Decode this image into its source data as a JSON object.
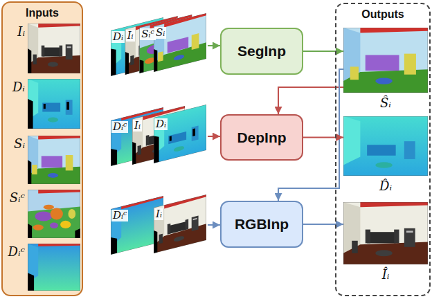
{
  "diagram": {
    "nodes": [
      {
        "text": [
          "Inputs"
        ]
      },
      {
        "text": [
          "Iᵢ"
        ],
        "in": 0
      },
      {
        "text": [
          "Dᵢ"
        ],
        "in": 0
      },
      {
        "text": [
          "Sᵢ"
        ],
        "in": 0
      },
      {
        "text": [
          "Sᵢᶜ"
        ],
        "in": 0
      },
      {
        "text": [
          "Dᵢᶜ"
        ],
        "in": 0
      },
      {
        "text": [
          "Dᵢ",
          "Iᵢ",
          "Sᵢᶜ",
          "Sᵢ"
        ]
      },
      {
        "text": [
          "SegInp"
        ]
      },
      {
        "text": [
          "Dᵢᶜ",
          "Iᵢ",
          "Dᵢ"
        ]
      },
      {
        "text": [
          "DepInp"
        ]
      },
      {
        "text": [
          "Dᵢᶜ",
          "Iᵢ"
        ]
      },
      {
        "text": [
          "RGBInp"
        ]
      },
      {
        "text": [
          "Outputs"
        ]
      },
      {
        "text": [
          "Ŝᵢ"
        ],
        "in": 12
      },
      {
        "text": [
          "D̂ᵢ"
        ],
        "in": 12
      },
      {
        "text": [
          "Îᵢ"
        ],
        "in": 12
      }
    ],
    "edges": [
      {
        "from": 6,
        "to": 7,
        "arrow": "to"
      },
      {
        "from": 8,
        "to": 9,
        "arrow": "to"
      },
      {
        "from": 10,
        "to": 11,
        "arrow": "to"
      },
      {
        "from": 7,
        "to": 13,
        "arrow": "to"
      },
      {
        "from": 13,
        "to": 9,
        "arrow": "to"
      },
      {
        "from": 13,
        "to": 11,
        "arrow": "to"
      },
      {
        "from": 9,
        "to": 14,
        "arrow": "to"
      },
      {
        "from": 11,
        "to": 15,
        "arrow": "to"
      }
    ]
  }
}
